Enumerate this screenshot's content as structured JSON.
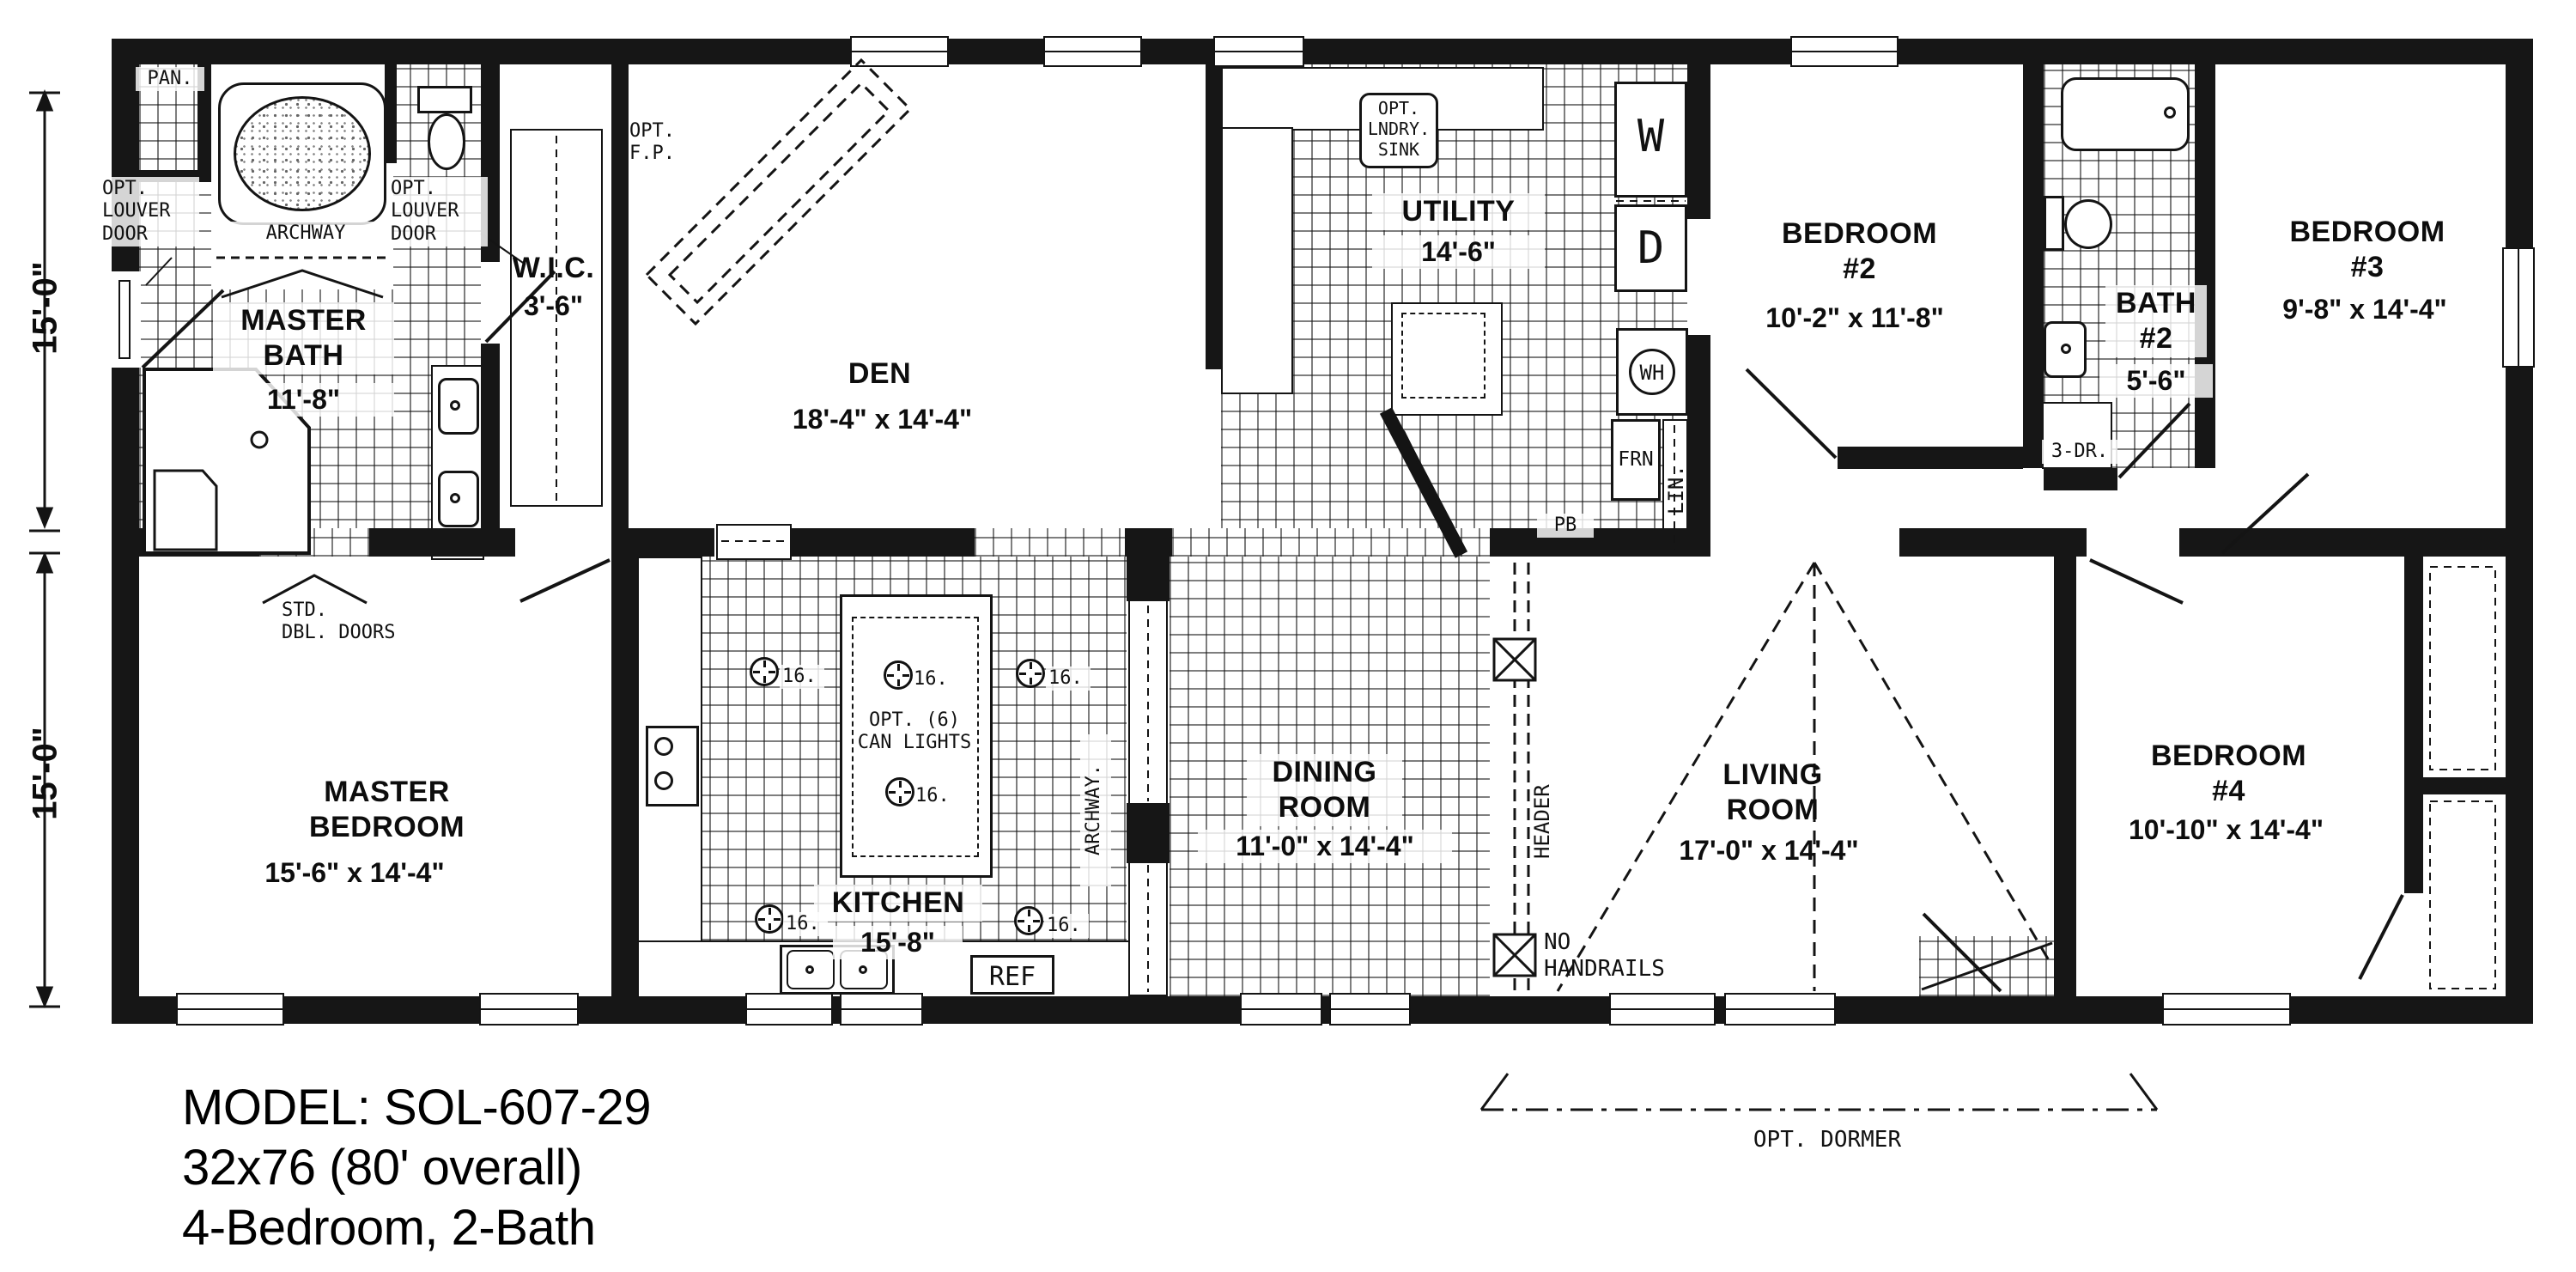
{
  "footer": {
    "model": "MODEL: SOL-607-29",
    "size": "32x76 (80' overall)",
    "config": "4-Bedroom, 2-Bath"
  },
  "dimensions": {
    "left_upper": "15'-0\"",
    "left_lower": "15'-0\""
  },
  "rooms": {
    "master_bath": {
      "label": "MASTER\nBATH",
      "size": "11'-8\""
    },
    "wic": {
      "label": "W.I.C.",
      "size": "3'-6\""
    },
    "den": {
      "label": "DEN",
      "size": "18'-4\" x 14'-4\""
    },
    "utility": {
      "label": "UTILITY",
      "size": "14'-6\""
    },
    "bedroom2": {
      "label": "BEDROOM\n#2",
      "size": "10'-2\" x  11'-8\""
    },
    "bath2": {
      "label": "BATH\n#2",
      "size": "5'-6\""
    },
    "bedroom3": {
      "label": "BEDROOM\n#3",
      "size": "9'-8\" x 14'-4\""
    },
    "master_bedroom": {
      "label": "MASTER\nBEDROOM",
      "size": "15'-6\" x 14'-4\""
    },
    "kitchen": {
      "label": "KITCHEN",
      "size": "15'-8\""
    },
    "dining": {
      "label": "DINING\nROOM",
      "size": "11'-0\" x 14'-4\""
    },
    "living": {
      "label": "LIVING\nROOM",
      "size": "17'-0\" x 14'-4\""
    },
    "bedroom4": {
      "label": "BEDROOM\n#4",
      "size": "10'-10\" x 14'-4\""
    }
  },
  "annotations": {
    "pantry": "PAN.",
    "archway_bath": "ARCHWAY",
    "opt_louver_door": "OPT.\nLOUVER\nDOOR",
    "std_dbl_doors": "STD.\nDBL. DOORS",
    "opt_fireplace": "OPT.\nF.P.",
    "opt_laundry_sink": "OPT.\nLNDRY.\nSINK",
    "washer": "W",
    "dryer": "D",
    "water_heater": "WH",
    "furnace": "FRN",
    "linen": "LIN.",
    "plumbing_box": "PB",
    "three_drawer": "3-DR.",
    "refrigerator": "REF",
    "archway_kitchen": "ARCHWAY.",
    "opt_can_lights": "OPT. (6)\nCAN LIGHTS",
    "light_spacing": "16.",
    "header": "HEADER",
    "no_handrails": "NO\nHANDRAILS",
    "opt_dormer": "OPT. DORMER"
  }
}
